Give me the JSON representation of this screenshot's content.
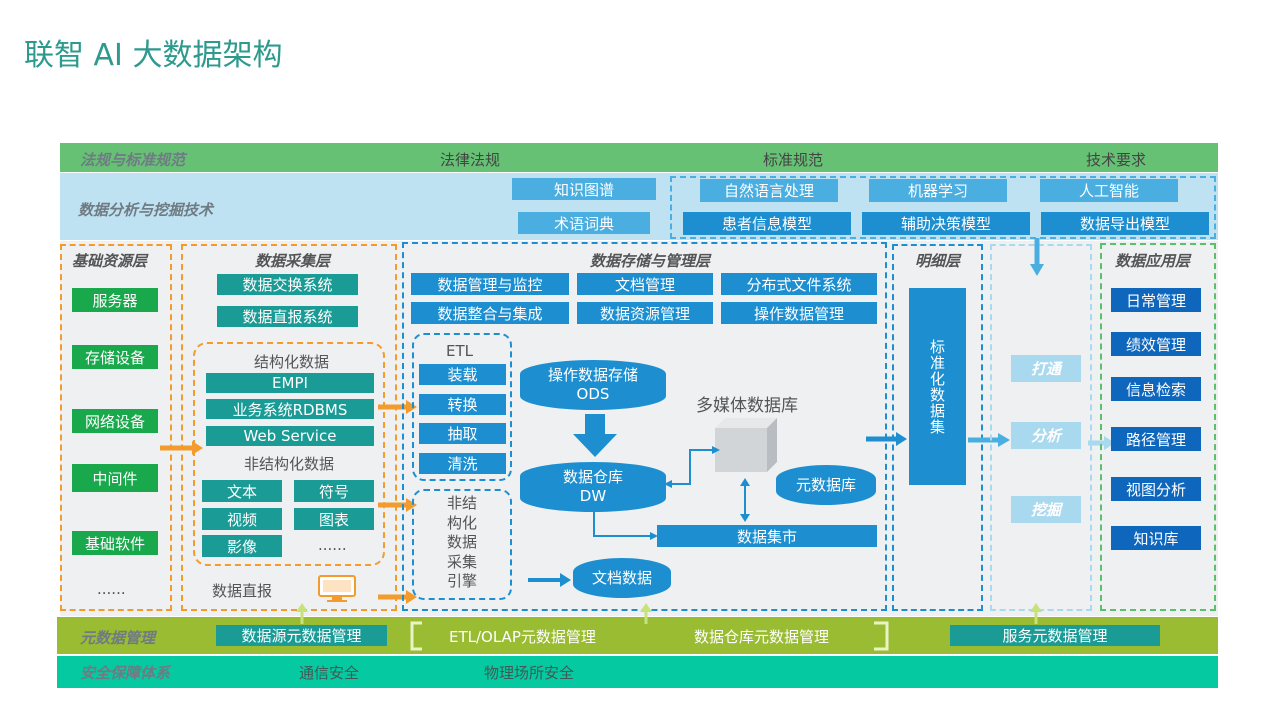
{
  "title": "联智 AI 大数据架构",
  "standards": {
    "label": "法规与标准规范",
    "items": [
      "法律法规",
      "标准规范",
      "技术要求"
    ]
  },
  "analysis": {
    "label": "数据分析与挖掘技术",
    "left_items": [
      "知识图谱",
      "术语词典"
    ],
    "right_items": [
      "自然语言处理",
      "机器学习",
      "人工智能",
      "患者信息模型",
      "辅助决策模型",
      "数据导出模型"
    ]
  },
  "base": {
    "title": "基础资源层",
    "items": [
      "服务器",
      "存储设备",
      "网络设备",
      "中间件",
      "基础软件"
    ],
    "more": "......"
  },
  "collect": {
    "title": "数据采集层",
    "top": [
      "数据交换系统",
      "数据直报系统"
    ],
    "structured_label": "结构化数据",
    "structured": [
      "EMPI",
      "业务系统RDBMS",
      "Web Service"
    ],
    "unstructured_label": "非结构化数据",
    "unstructured": [
      "文本",
      "符号",
      "视频",
      "图表",
      "影像"
    ],
    "more": "......",
    "direct": "数据直报"
  },
  "storage": {
    "title": "数据存储与管理层",
    "top": [
      "数据管理与监控",
      "文档管理",
      "分布式文件系统",
      "数据整合与集成",
      "数据资源管理",
      "操作数据管理"
    ],
    "etl_title": "ETL",
    "etl": [
      "装载",
      "转换",
      "抽取",
      "清洗"
    ],
    "unstruct_engine": "非结\n构化\n数据\n采集\n引擎",
    "ods": [
      "操作数据存储",
      "ODS"
    ],
    "dw": [
      "数据仓库",
      "DW"
    ],
    "multimedia": "多媒体数据库",
    "meta_db": "元数据库",
    "mart": "数据集市",
    "doc": "文档数据"
  },
  "detail": {
    "title": "明细层",
    "std": "标准化数据集"
  },
  "process": {
    "items": [
      "打通",
      "分析",
      "挖掘"
    ]
  },
  "app": {
    "title": "数据应用层",
    "items": [
      "日常管理",
      "绩效管理",
      "信息检索",
      "路径管理",
      "视图分析",
      "知识库"
    ]
  },
  "meta": {
    "label": "元数据管理",
    "items": [
      "数据源元数据管理",
      "ETL/OLAP元数据管理",
      "数据仓库元数据管理",
      "服务元数据管理"
    ]
  },
  "security": {
    "label": "安全保障体系",
    "items": [
      "通信安全",
      "物理场所安全"
    ]
  }
}
